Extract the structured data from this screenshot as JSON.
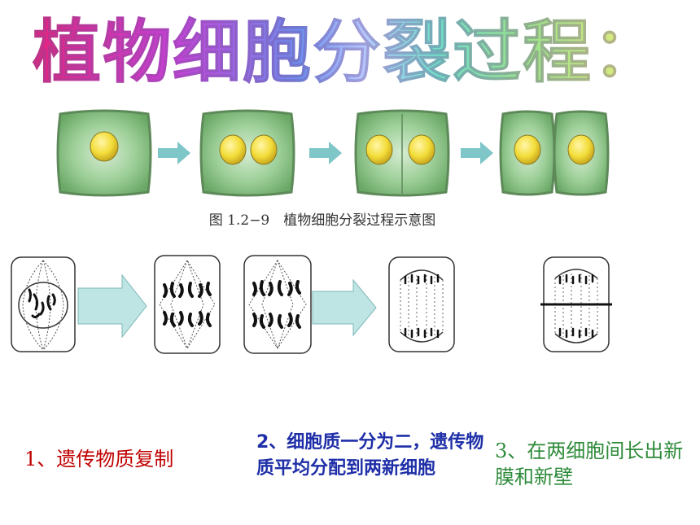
{
  "title": "植物细胞分裂过程：",
  "figure_caption": "图 1.2−9　植物细胞分裂过程示意图",
  "steps": [
    {
      "label": "1、遗传物质复制"
    },
    {
      "label": "2、细胞质一分为二，遗传物质平均分配到两新细胞"
    },
    {
      "label": "3、在两细胞间长出新膜和新壁"
    }
  ],
  "colors": {
    "cell_fill": "#8dc98a",
    "cell_wall": "#5a8a5a",
    "nucleus": "#f2e24a",
    "arrow": "#7fc6c8",
    "step1": "#c00000",
    "step2": "#1f2fa8",
    "step3": "#2e8b3a"
  }
}
